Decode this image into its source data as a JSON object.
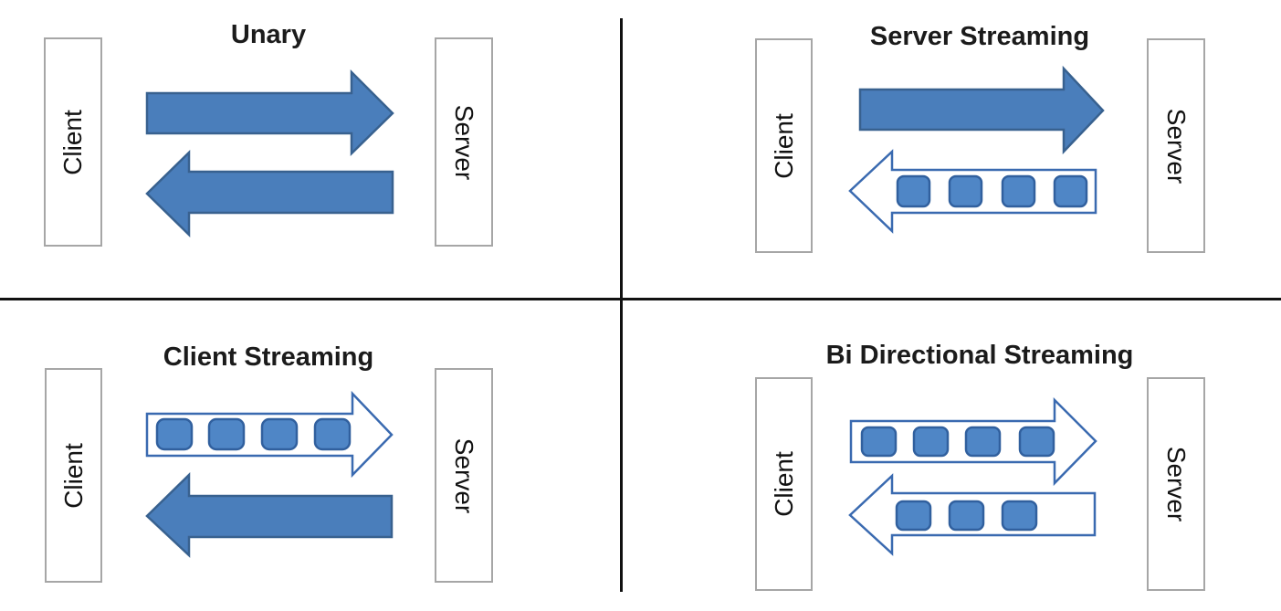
{
  "colors": {
    "background": "#ffffff",
    "divider": "#111111",
    "title_text": "#1b1b1b",
    "entity_border": "#a6a6a6",
    "entity_fill": "#ffffff",
    "entity_text": "#121212",
    "solid_arrow_fill": "#4a7ebb",
    "solid_arrow_stroke": "#38618f",
    "stream_arrow_fill": "#ffffff",
    "stream_arrow_stroke": "#3a6ab0",
    "message_fill": "#4f86c6",
    "message_stroke": "#31609e"
  },
  "quadrants": [
    {
      "id": "unary",
      "title": "Unary",
      "client_label": "Client",
      "server_label": "Server",
      "request_arrow_style": "solid",
      "request_message_count": 0,
      "response_arrow_style": "solid",
      "response_message_count": 0
    },
    {
      "id": "server-streaming",
      "title": "Server Streaming",
      "client_label": "Client",
      "server_label": "Server",
      "request_arrow_style": "solid",
      "request_message_count": 0,
      "response_arrow_style": "stream",
      "response_message_count": 4
    },
    {
      "id": "client-streaming",
      "title": "Client Streaming",
      "client_label": "Client",
      "server_label": "Server",
      "request_arrow_style": "stream",
      "request_message_count": 4,
      "response_arrow_style": "solid",
      "response_message_count": 0
    },
    {
      "id": "bidirectional-streaming",
      "title": "Bi Directional Streaming",
      "client_label": "Client",
      "server_label": "Server",
      "request_arrow_style": "stream",
      "request_message_count": 4,
      "response_arrow_style": "stream",
      "response_message_count": 3
    }
  ]
}
